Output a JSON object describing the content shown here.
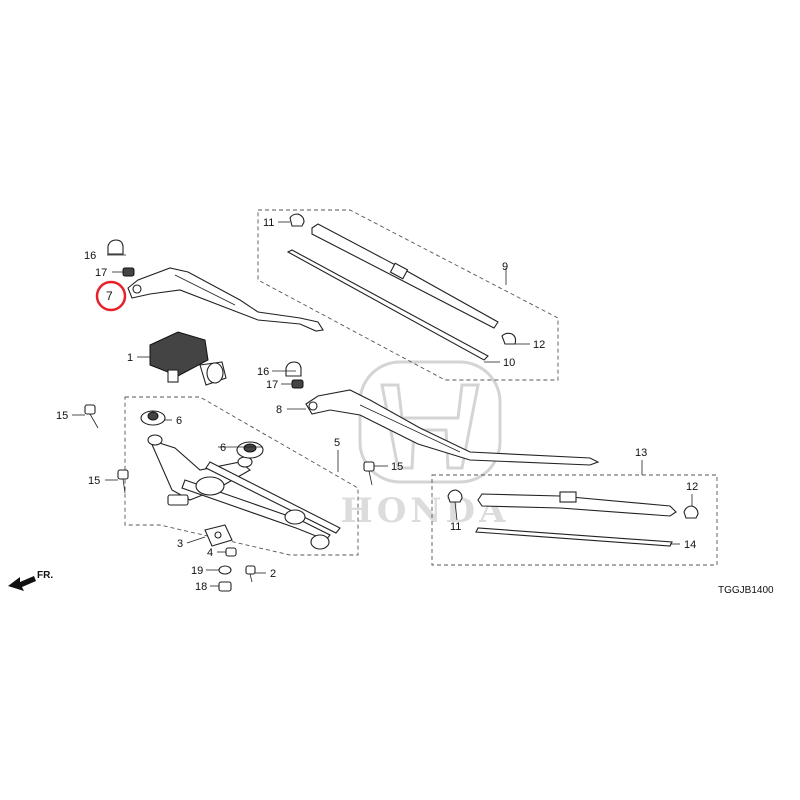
{
  "callouts": {
    "c1": "1",
    "c2": "2",
    "c3": "3",
    "c4": "4",
    "c5": "5",
    "c6a": "6",
    "c6b": "6",
    "c7": "7",
    "c8": "8",
    "c9": "9",
    "c10": "10",
    "c11a": "11",
    "c11b": "11",
    "c12a": "12",
    "c12b": "12",
    "c13": "13",
    "c14": "14",
    "c15a": "15",
    "c15b": "15",
    "c15c": "15",
    "c16a": "16",
    "c16b": "16",
    "c17a": "17",
    "c17b": "17",
    "c18": "18",
    "c19": "19"
  },
  "direction_label": "FR.",
  "diagram_code": "TGGJB1400",
  "watermark": "HONDA",
  "highlight": {
    "part": "7",
    "color": "#e8202a"
  },
  "colors": {
    "line": "#222222",
    "dashed_box": "#555555",
    "watermark": "#d4d4d4"
  }
}
